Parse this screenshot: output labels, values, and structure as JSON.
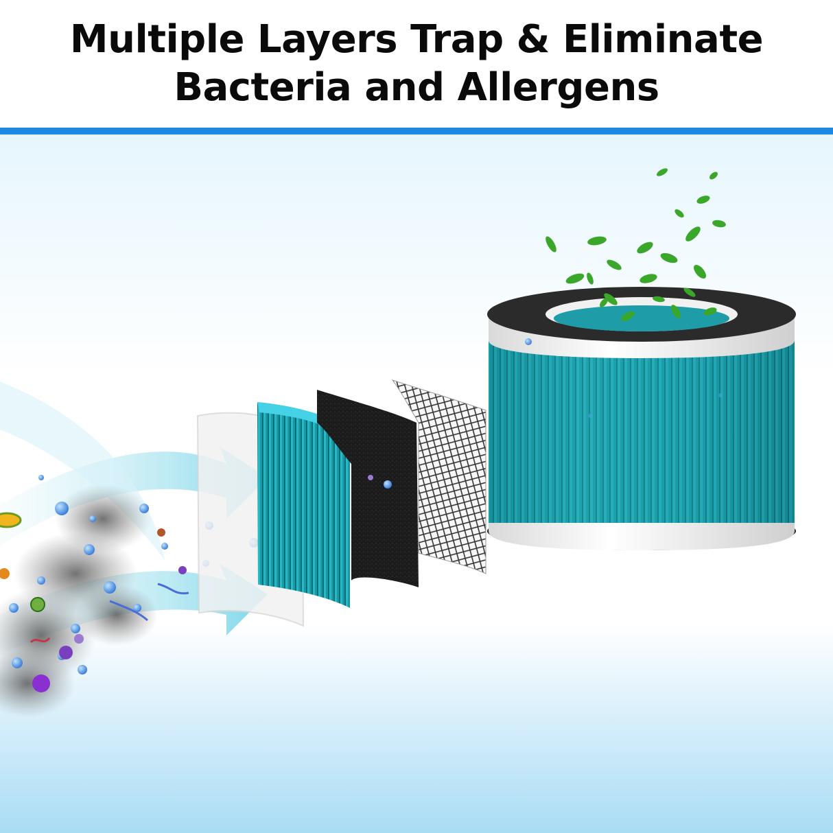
{
  "header": {
    "title_line_1": "Multiple Layers Trap & Eliminate",
    "title_line_2": "Bacteria and Allergens"
  },
  "colors": {
    "accent_rule": "#1e88e5",
    "filter_teal": "#1c9aa6",
    "background_top": "#ffffff",
    "background_bottom": "#a9dcf5",
    "leaf_green": "#3aa62a"
  },
  "illustration": {
    "layers": [
      "pre-filter-sheet",
      "teal-pleated-layer",
      "activated-carbon-layer",
      "mesh-layer"
    ],
    "product": "cylindrical-air-filter",
    "particles": [
      "bacteria",
      "virus",
      "allergen",
      "smoke"
    ],
    "output": "green-leaves"
  }
}
